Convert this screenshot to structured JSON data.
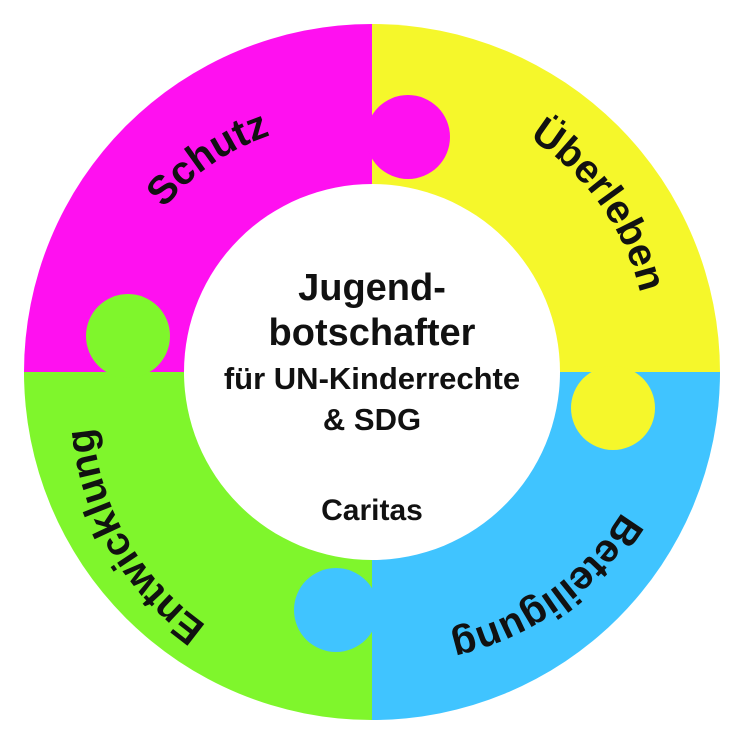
{
  "colors": {
    "magenta": "#ff10f0",
    "yellow": "#f5f72b",
    "blue": "#40c4ff",
    "green": "#7ff62c",
    "center": "#ffffff",
    "text": "#111111"
  },
  "segments": {
    "top_left": {
      "label": "Schutz",
      "color": "#ff10f0"
    },
    "top_right": {
      "label": "Überleben",
      "color": "#f5f72b"
    },
    "bottom_right": {
      "label": "Beteiligung",
      "color": "#40c4ff"
    },
    "bottom_left": {
      "label": "Entwicklung",
      "color": "#7ff62c"
    }
  },
  "center": {
    "line1": "Jugend-",
    "line2": "botschafter",
    "line3": "für UN-Kinderrechte",
    "line4": "& SDG",
    "organization": "Caritas"
  }
}
